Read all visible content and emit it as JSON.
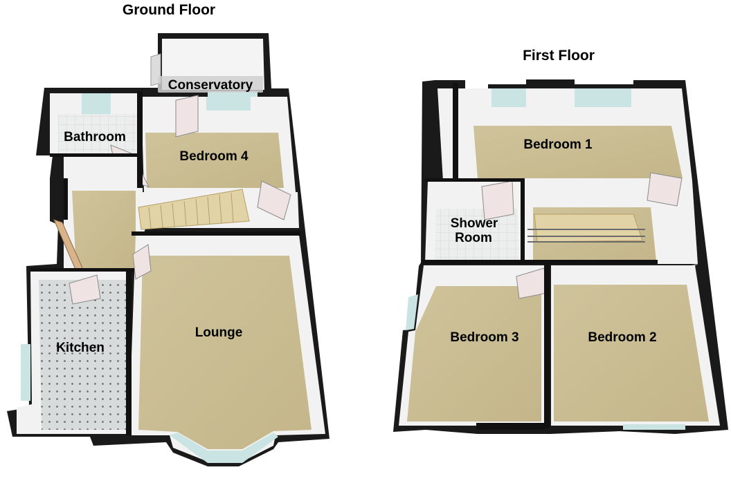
{
  "floors": {
    "ground": {
      "title": "Ground Floor",
      "rooms": {
        "conservatory": "Conservatory",
        "bathroom": "Bathroom",
        "bedroom4": "Bedroom 4",
        "kitchen": "Kitchen",
        "lounge": "Lounge"
      }
    },
    "first": {
      "title": "First Floor",
      "rooms": {
        "bedroom1": "Bedroom 1",
        "shower_line1": "Shower",
        "shower_line2": "Room",
        "bedroom3": "Bedroom 3",
        "bedroom2": "Bedroom 2"
      }
    }
  },
  "colors": {
    "carpet": "#cbbe94",
    "wall_face": "#f2f2f2",
    "wall_top": "#000000",
    "kitchen_floor": "#d6d9da",
    "tile": "#e8eaea",
    "window": "#c9e4e2",
    "door": "#efe3e3"
  }
}
